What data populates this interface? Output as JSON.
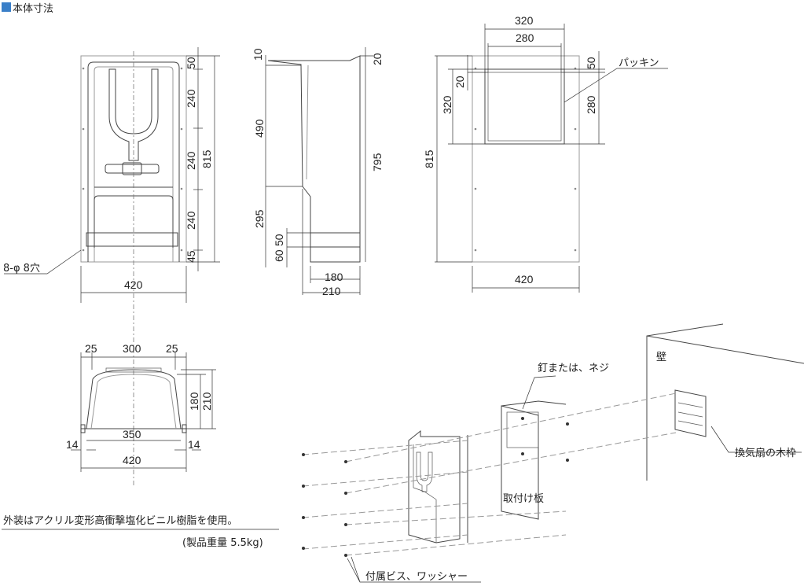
{
  "title": "本体寸法",
  "accent_color": "#3a7fc8",
  "front_view": {
    "dims": [
      "50",
      "240",
      "240",
      "240",
      "45",
      "815",
      "420"
    ],
    "hole_note": "8-φ 8穴"
  },
  "side_view": {
    "dims": [
      "10",
      "490",
      "295",
      "50",
      "60",
      "20",
      "795",
      "180",
      "210"
    ]
  },
  "back_view": {
    "dims": [
      "320",
      "280",
      "320",
      "20",
      "50",
      "280",
      "815",
      "420"
    ],
    "packing_label": "パッキン"
  },
  "bottom_view": {
    "dims": [
      "25",
      "300",
      "25",
      "180",
      "210",
      "350",
      "14",
      "14",
      "420"
    ]
  },
  "notes": {
    "material": "外装はアクリル変形高衝撃塩化ビニル樹脂を使用。",
    "weight": "(製品重量 5.5kg)"
  },
  "install": {
    "wall": "壁",
    "nails": "釘または、ネジ",
    "frame": "換気扇の木枠",
    "plate": "取付け板",
    "screws": "付属ビス、ワッシャー"
  }
}
